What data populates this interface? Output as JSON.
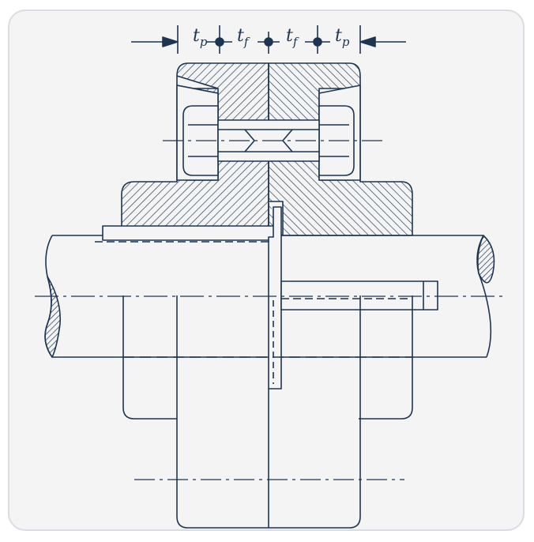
{
  "dimension_labels": [
    {
      "base": "t",
      "sub": "p"
    },
    {
      "base": "t",
      "sub": "f"
    },
    {
      "base": "t",
      "sub": "f"
    },
    {
      "base": "t",
      "sub": "p"
    }
  ],
  "colors": {
    "line": "#1d3552",
    "background": "#f4f4f4",
    "frame": "#d9dde3"
  }
}
